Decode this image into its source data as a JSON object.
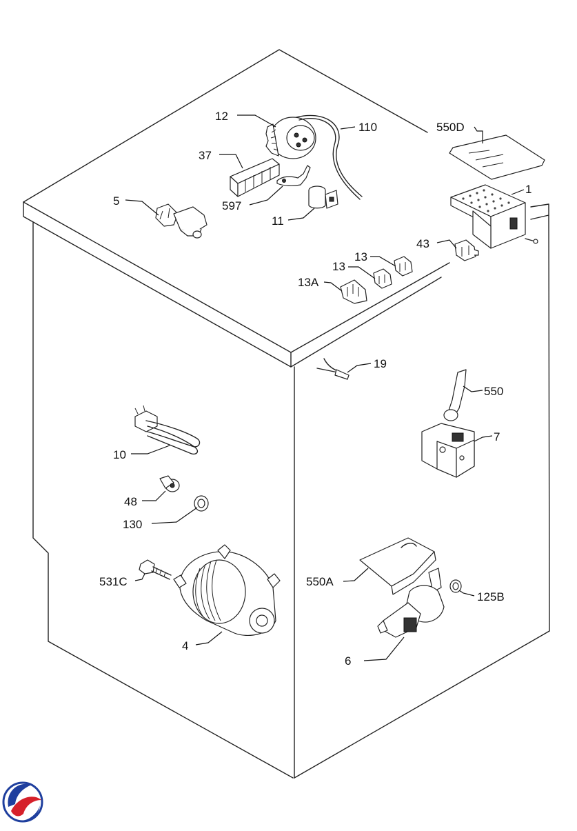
{
  "diagram": {
    "labels": {
      "p12": "12",
      "p110": "110",
      "p550d": "550D",
      "p37": "37",
      "p1": "1",
      "p5": "5",
      "p597": "597",
      "p11": "11",
      "p43": "43",
      "p13a": "13",
      "p13b": "13",
      "p13A": "13A",
      "p19": "19",
      "p550": "550",
      "p7": "7",
      "p10": "10",
      "p48": "48",
      "p130": "130",
      "p531c": "531C",
      "p550a": "550A",
      "p125b": "125B",
      "p4": "4",
      "p6": "6"
    },
    "logo": {
      "icon": "brand-swirl-logo",
      "colors": {
        "blue": "#1f3f9e",
        "red": "#d6202a"
      }
    }
  }
}
